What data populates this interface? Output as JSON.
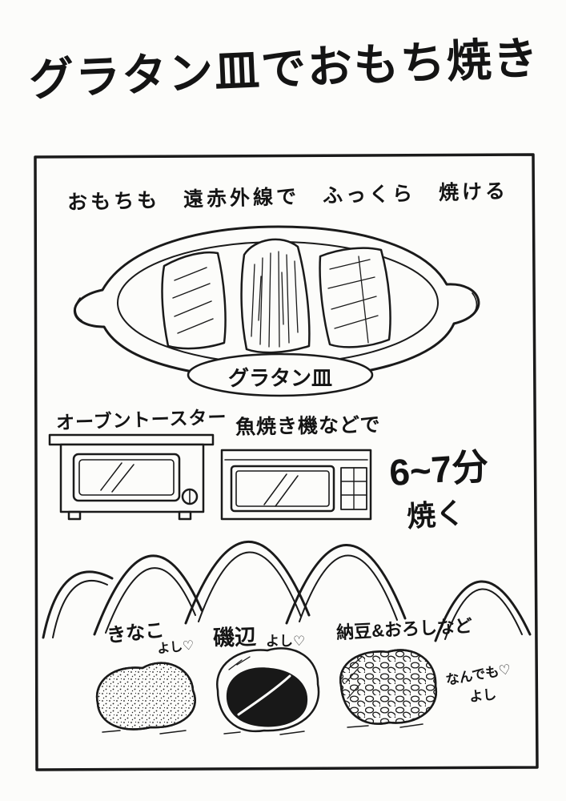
{
  "title": "グラタン皿でおもち焼き",
  "panel": {
    "tagline": "おもちも　遠赤外線で　ふっくら　焼ける",
    "dish_label": "グラタン皿",
    "oven": {
      "label": "オーブントースター"
    },
    "grill": {
      "label": "魚焼き機などで"
    },
    "time": {
      "duration": "6~7分",
      "action": "焼く"
    },
    "toppings": {
      "kinako": {
        "name": "きなこ",
        "ok": "よし♡"
      },
      "isobe": {
        "name": "磯辺",
        "ok": "よし♡"
      },
      "natto": {
        "name": "納豆&おろしなど"
      },
      "anything": {
        "line1": "なんでも♡",
        "line2": "よし"
      }
    }
  }
}
